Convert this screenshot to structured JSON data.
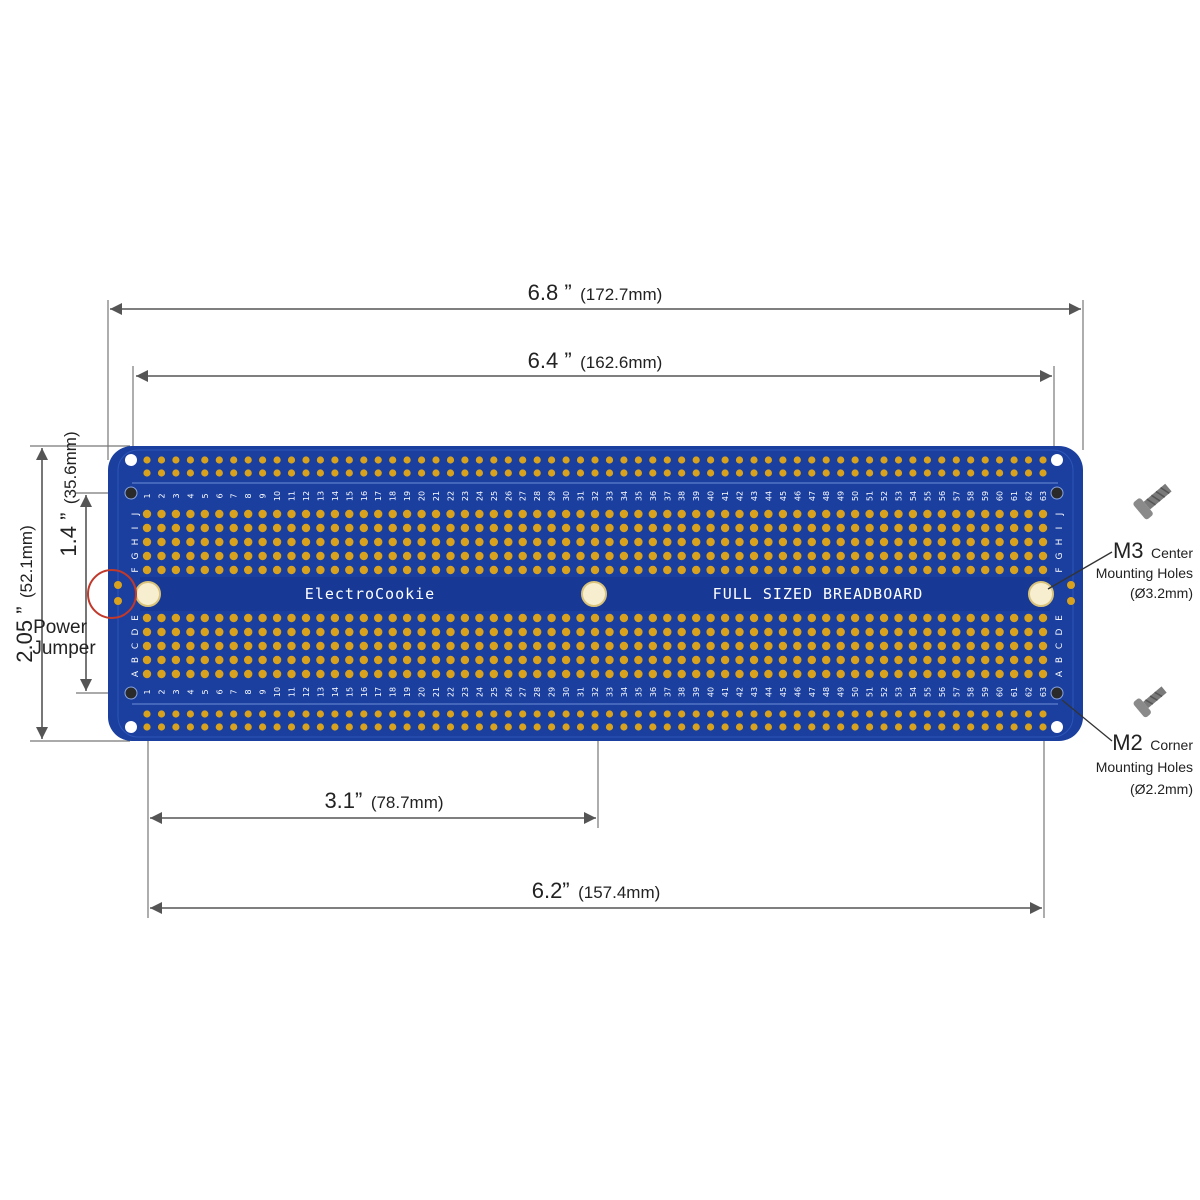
{
  "dimensions": {
    "overall_width": {
      "value": "6.8 ”",
      "metric": "(172.7mm)"
    },
    "inner_width": {
      "value": "6.4 ”",
      "metric": "(162.6mm)"
    },
    "half_span": {
      "value": "3.1”",
      "metric": "(78.7mm)"
    },
    "center_span": {
      "value": "6.2”",
      "metric": "(157.4mm)"
    },
    "overall_height": {
      "value": "2.05 ”",
      "metric": "(52.1mm)"
    },
    "inner_height": {
      "value": "1.4 ”",
      "metric": "(35.6mm)"
    }
  },
  "board": {
    "brand": "ElectroCookie",
    "title": "FULL SIZED BREADBOARD",
    "columns": 63,
    "rows_top": [
      "J",
      "I",
      "H",
      "G",
      "F"
    ],
    "rows_bottom": [
      "E",
      "D",
      "C",
      "B",
      "A"
    ],
    "color": "#1a3f9e"
  },
  "callouts": {
    "power_jumper": {
      "line1": "Power",
      "line2": "Jumper"
    },
    "m3": {
      "size": "M3",
      "type": "Center",
      "line2": "Mounting Holes",
      "line3": "(Ø3.2mm)"
    },
    "m2": {
      "size": "M2",
      "type": "Corner",
      "line2": "Mounting Holes",
      "line3": "(Ø2.2mm)"
    }
  },
  "icons": [
    "screw-icon",
    "screw-icon"
  ]
}
